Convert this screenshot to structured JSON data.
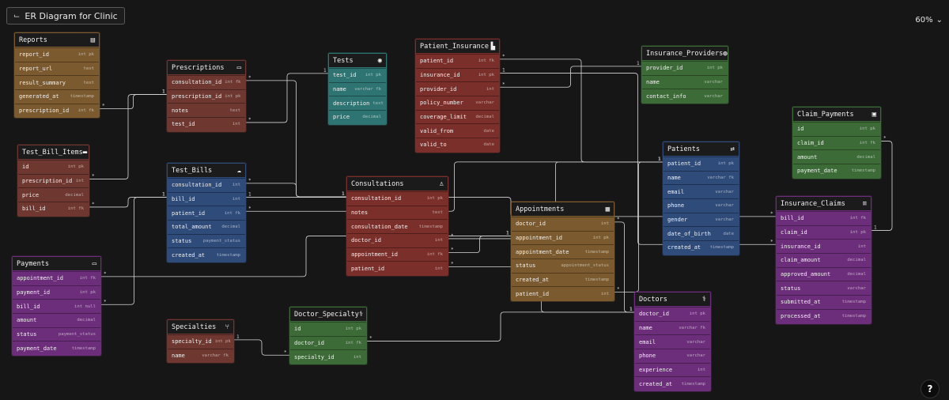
{
  "header": {
    "title": "ER Diagram for Clinic",
    "title_icon": "diagram-icon"
  },
  "zoom": {
    "level": "60%",
    "chevron_icon": "chevron-down-icon"
  },
  "help": {
    "label": "?"
  },
  "colors": {
    "brown": "#7a5a2e",
    "red": "#7a2f2a",
    "blue": "#2e4b7a",
    "teal": "#2e7472",
    "purple": "#6c2e7a",
    "green": "#3c6b37",
    "rose": "#6e3730"
  },
  "tables": [
    {
      "id": "reports",
      "name": "Reports",
      "icon": "document-icon",
      "glyph": "▤",
      "theme": "brown",
      "fields": [
        {
          "name": "report_id",
          "type": "int pk"
        },
        {
          "name": "report_url",
          "type": "text"
        },
        {
          "name": "result_summary",
          "type": "text"
        },
        {
          "name": "generated_at",
          "type": "timestamp"
        },
        {
          "name": "prescription_id",
          "type": "int fk"
        }
      ]
    },
    {
      "id": "prescriptions",
      "name": "Prescriptions",
      "icon": "monitor-icon",
      "glyph": "▭",
      "theme": "rose",
      "fields": [
        {
          "name": "consultation_id",
          "type": "int fk"
        },
        {
          "name": "prescription_id",
          "type": "int pk"
        },
        {
          "name": "notes",
          "type": "text"
        },
        {
          "name": "test_id",
          "type": "int"
        }
      ]
    },
    {
      "id": "tests",
      "name": "Tests",
      "icon": "magnifier-icon",
      "glyph": "◉",
      "theme": "teal",
      "fields": [
        {
          "name": "test_id",
          "type": "int pk"
        },
        {
          "name": "name",
          "type": "varchar fk"
        },
        {
          "name": "description",
          "type": "text"
        },
        {
          "name": "price",
          "type": "decimal"
        }
      ]
    },
    {
      "id": "patient_insurance",
      "name": "Patient_Insurance",
      "icon": "factory-icon",
      "glyph": "▙",
      "theme": "red",
      "fields": [
        {
          "name": "patient_id",
          "type": "int fk"
        },
        {
          "name": "insurance_id",
          "type": "int pk"
        },
        {
          "name": "provider_id",
          "type": "int"
        },
        {
          "name": "policy_number",
          "type": "varchar"
        },
        {
          "name": "coverage_limit",
          "type": "decimal"
        },
        {
          "name": "valid_from",
          "type": "date"
        },
        {
          "name": "valid_to",
          "type": "date"
        }
      ]
    },
    {
      "id": "insurance_providers",
      "name": "Insurance_Providers",
      "icon": "globe-icon",
      "glyph": "◍",
      "theme": "green",
      "fields": [
        {
          "name": "provider_id",
          "type": "int pk"
        },
        {
          "name": "name",
          "type": "varchar"
        },
        {
          "name": "contact_info",
          "type": "varchar"
        }
      ]
    },
    {
      "id": "claim_payments",
      "name": "Claim_Payments",
      "icon": "square-icon",
      "glyph": "▣",
      "theme": "green",
      "fields": [
        {
          "name": "id",
          "type": "int pk"
        },
        {
          "name": "claim_id",
          "type": "int fk"
        },
        {
          "name": "amount",
          "type": "decimal"
        },
        {
          "name": "payment_date",
          "type": "timestamp"
        }
      ]
    },
    {
      "id": "test_bill_items",
      "name": "Test_Bill_Items",
      "icon": "keyboard-icon",
      "glyph": "▬",
      "theme": "rose",
      "fields": [
        {
          "name": "id",
          "type": "int pk"
        },
        {
          "name": "prescription_id",
          "type": "int"
        },
        {
          "name": "price",
          "type": "decimal"
        },
        {
          "name": "bill_id",
          "type": "int fk"
        }
      ]
    },
    {
      "id": "test_bills",
      "name": "Test_Bills",
      "icon": "cloud-icon",
      "glyph": "☁",
      "theme": "blue",
      "fields": [
        {
          "name": "consultation_id",
          "type": "int"
        },
        {
          "name": "bill_id",
          "type": "int"
        },
        {
          "name": "patient_id",
          "type": "int fk"
        },
        {
          "name": "total_amount",
          "type": "decimal"
        },
        {
          "name": "status",
          "type": "payment_status"
        },
        {
          "name": "created_at",
          "type": "timestamp"
        }
      ]
    },
    {
      "id": "consultations",
      "name": "Consultations",
      "icon": "user-icon",
      "glyph": "♙",
      "theme": "red",
      "fields": [
        {
          "name": "consultation_id",
          "type": "int pk"
        },
        {
          "name": "notes",
          "type": "text"
        },
        {
          "name": "consultation_date",
          "type": "timestamp"
        },
        {
          "name": "doctor_id",
          "type": "int"
        },
        {
          "name": "appointment_id",
          "type": "int fk"
        },
        {
          "name": "patient_id",
          "type": "int"
        }
      ]
    },
    {
      "id": "patients",
      "name": "Patients",
      "icon": "arrows-icon",
      "glyph": "⇄",
      "theme": "blue",
      "fields": [
        {
          "name": "patient_id",
          "type": "int pk"
        },
        {
          "name": "name",
          "type": "varchar fk"
        },
        {
          "name": "email",
          "type": "varchar"
        },
        {
          "name": "phone",
          "type": "varchar"
        },
        {
          "name": "gender",
          "type": "varchar"
        },
        {
          "name": "date_of_birth",
          "type": "date"
        },
        {
          "name": "created_at",
          "type": "timestamp"
        }
      ]
    },
    {
      "id": "insurance_claims",
      "name": "Insurance_Claims",
      "icon": "stack-icon",
      "glyph": "≡",
      "theme": "purple",
      "fields": [
        {
          "name": "bill_id",
          "type": "int fk"
        },
        {
          "name": "claim_id",
          "type": "int pk"
        },
        {
          "name": "insurance_id",
          "type": "int"
        },
        {
          "name": "claim_amount",
          "type": "decimal"
        },
        {
          "name": "approved_amount",
          "type": "decimal"
        },
        {
          "name": "status",
          "type": "varchar"
        },
        {
          "name": "submitted_at",
          "type": "timestamp"
        },
        {
          "name": "processed_at",
          "type": "timestamp"
        }
      ]
    },
    {
      "id": "appointments",
      "name": "Appointments",
      "icon": "layout-icon",
      "glyph": "▦",
      "theme": "brown",
      "fields": [
        {
          "name": "doctor_id",
          "type": "int"
        },
        {
          "name": "appointment_id",
          "type": "int pk"
        },
        {
          "name": "appointment_date",
          "type": "timestamp"
        },
        {
          "name": "status",
          "type": "appointment_status"
        },
        {
          "name": "created_at",
          "type": "timestamp"
        },
        {
          "name": "patient_id",
          "type": "int"
        }
      ]
    },
    {
      "id": "payments",
      "name": "Payments",
      "icon": "card-icon",
      "glyph": "▭",
      "theme": "purple",
      "fields": [
        {
          "name": "appointment_id",
          "type": "int fk"
        },
        {
          "name": "payment_id",
          "type": "int pk"
        },
        {
          "name": "bill_id",
          "type": "int null"
        },
        {
          "name": "amount",
          "type": "decimal"
        },
        {
          "name": "status",
          "type": "payment_status"
        },
        {
          "name": "payment_date",
          "type": "timestamp"
        }
      ]
    },
    {
      "id": "specialties",
      "name": "Specialties",
      "icon": "cutlery-icon",
      "glyph": "⑂",
      "theme": "rose",
      "fields": [
        {
          "name": "specialty_id",
          "type": "int pk"
        },
        {
          "name": "name",
          "type": "varchar fk"
        }
      ]
    },
    {
      "id": "doctor_specialty",
      "name": "Doctor_Specialty",
      "icon": "stethoscope-icon",
      "glyph": "⚕",
      "theme": "green",
      "fields": [
        {
          "name": "id",
          "type": "int pk"
        },
        {
          "name": "doctor_id",
          "type": "int fk"
        },
        {
          "name": "specialty_id",
          "type": "int"
        }
      ]
    },
    {
      "id": "doctors",
      "name": "Doctors",
      "icon": "stethoscope-icon",
      "glyph": "⚕",
      "theme": "purple",
      "fields": [
        {
          "name": "doctor_id",
          "type": "int pk"
        },
        {
          "name": "name",
          "type": "varchar fk"
        },
        {
          "name": "email",
          "type": "varchar"
        },
        {
          "name": "phone",
          "type": "varchar"
        },
        {
          "name": "experience",
          "type": "int"
        },
        {
          "name": "created_at",
          "type": "timestamp"
        }
      ]
    }
  ],
  "relations": [
    {
      "from": "reports.prescription_id",
      "to": "prescriptions.prescription_id",
      "from_card": "*",
      "to_card": "1"
    },
    {
      "from": "prescriptions.test_id",
      "to": "tests.test_id",
      "from_card": "*",
      "to_card": "1"
    },
    {
      "from": "prescriptions.consultation_id",
      "to": "consultations.consultation_id",
      "from_card": "*",
      "to_card": "1"
    },
    {
      "from": "test_bill_items.prescription_id",
      "to": "prescriptions.prescription_id",
      "from_card": "*",
      "to_card": "1"
    },
    {
      "from": "test_bill_items.bill_id",
      "to": "test_bills.bill_id",
      "from_card": "*",
      "to_card": "1"
    },
    {
      "from": "test_bills.consultation_id",
      "to": "consultations.consultation_id",
      "from_card": "*",
      "to_card": "1"
    },
    {
      "from": "test_bills.patient_id",
      "to": "patients.patient_id",
      "from_card": "*",
      "to_card": "1"
    },
    {
      "from": "patient_insurance.patient_id",
      "to": "patients.patient_id",
      "from_card": "*",
      "to_card": "1"
    },
    {
      "from": "patient_insurance.provider_id",
      "to": "insurance_providers.provider_id",
      "from_card": "*",
      "to_card": "1"
    },
    {
      "from": "insurance_claims.insurance_id",
      "to": "patient_insurance.insurance_id",
      "from_card": "*",
      "to_card": "1"
    },
    {
      "from": "insurance_claims.bill_id",
      "to": "test_bills.bill_id",
      "from_card": "*",
      "to_card": "1"
    },
    {
      "from": "claim_payments.claim_id",
      "to": "insurance_claims.claim_id",
      "from_card": "*",
      "to_card": "1"
    },
    {
      "from": "consultations.patient_id",
      "to": "patients.patient_id",
      "from_card": "*",
      "to_card": "1"
    },
    {
      "from": "consultations.appointment_id",
      "to": "appointments.appointment_id",
      "from_card": "*",
      "to_card": "1"
    },
    {
      "from": "consultations.doctor_id",
      "to": "doctors.doctor_id",
      "from_card": "*",
      "to_card": "1"
    },
    {
      "from": "appointments.patient_id",
      "to": "patients.patient_id",
      "from_card": "*",
      "to_card": "1"
    },
    {
      "from": "appointments.doctor_id",
      "to": "doctors.doctor_id",
      "from_card": "*",
      "to_card": "1"
    },
    {
      "from": "payments.appointment_id",
      "to": "appointments.appointment_id",
      "from_card": "*",
      "to_card": "1"
    },
    {
      "from": "payments.bill_id",
      "to": "test_bills.bill_id",
      "from_card": "*",
      "to_card": "1"
    },
    {
      "from": "doctor_specialty.doctor_id",
      "to": "doctors.doctor_id",
      "from_card": "*",
      "to_card": "1"
    },
    {
      "from": "doctor_specialty.specialty_id",
      "to": "specialties.specialty_id",
      "from_card": "*",
      "to_card": "1"
    }
  ]
}
